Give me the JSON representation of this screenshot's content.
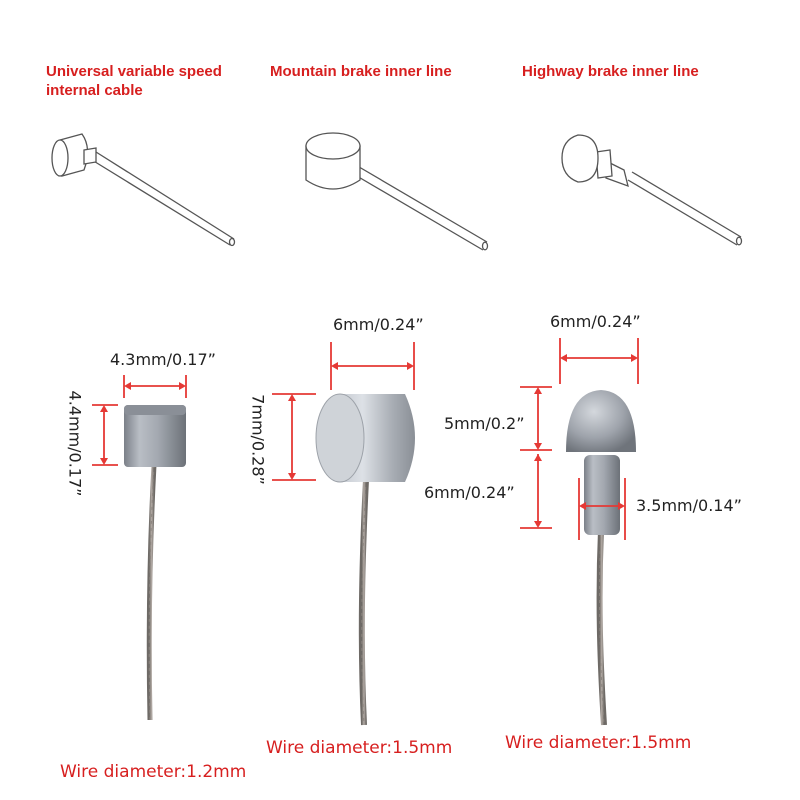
{
  "colors": {
    "accent": "#d71f1f",
    "dimension_line": "#e53935",
    "text": "#222222"
  },
  "cables": [
    {
      "title_line1": "Universal variable speed",
      "title_line2": "internal cable",
      "width_label": "4.3mm/0.17”",
      "height_label": "4.4mm/0.17”",
      "wire_label": "Wire diameter:1.2mm"
    },
    {
      "title_line1": "Mountain brake inner line",
      "width_label": "6mm/0.24”",
      "height_label": "7mm/0.28”",
      "wire_label": "Wire diameter:1.5mm"
    },
    {
      "title_line1": "Highway brake inner line",
      "width_label": "6mm/0.24”",
      "dome_label": "5mm/0.2”",
      "neck_label": "6mm/0.24”",
      "neck_width_label": "3.5mm/0.14”",
      "wire_label": "Wire diameter:1.5mm"
    }
  ]
}
